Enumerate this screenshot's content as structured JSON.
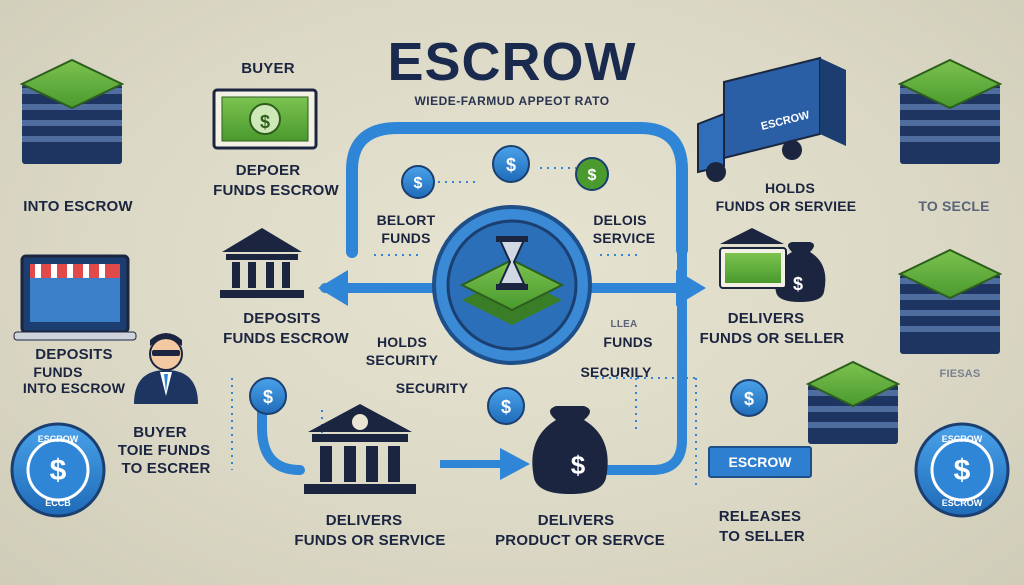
{
  "title": "ESCROW",
  "subtitle": "WIEDE-FARMUD APPEOT RATO",
  "labels": {
    "buyer_top": "BUYER",
    "depoer": "DEPOER",
    "funds_escrow": "FUNDS ESCROW",
    "into_escrow_left": "INTO ESCROW",
    "belort": "BELORT",
    "funds_mid": "FUNDS",
    "delois": "DELOIS",
    "service_mid": "SERVICE",
    "holds_top": "HOLDS",
    "funds_or_servie": "FUNDS OR SERVIEE",
    "to_secle": "TO SECLE",
    "deposits_mid": "DEPOSITS",
    "funds_escrow_mid": "FUNDS    ESCROW",
    "holds_center": "HOLDS",
    "security_center": "SECURITY",
    "fund_right_top": "LLEA",
    "funds_right": "FUNDS",
    "delivers_right": "DELIVERS",
    "funds_or_seller": "FUNDS OR SELLER",
    "deposits_left": "DEPOSITS",
    "funds_left": "FUNDS",
    "into_escrow_left2": "INTO ESCROW",
    "security_lower": "SECURITY",
    "securily": "SECURILY",
    "fiesas": "FIESAS",
    "buyer_lower": "BUYER",
    "toie_funds": "TOIE FUNDS",
    "to_escrer": "TO ESCRER",
    "delivers_bottom": "DELIVERS",
    "funds_or_service": "FUNDS OR SERVICE",
    "delivers_product": "DELIVERS",
    "product_or_service": "PRODUCT OR SERVCE",
    "releases": "RELEASES",
    "to_seller": "TO SELLER"
  },
  "badges": {
    "truck_text": "ESCROW",
    "banner_text": "ESCROW",
    "coin_left_top": "ESCROW",
    "coin_left_bottom": "ECCB",
    "coin_right_top": "ESCROW",
    "coin_right_bottom": "ESCROW"
  },
  "icons": {
    "currency": "$"
  },
  "colors": {
    "background": "#dcd9c6",
    "flow_blue": "#2f86d6",
    "navy": "#1a2a4e",
    "money_green": "#5aa835",
    "coin_blue": "#2f7fd0"
  }
}
